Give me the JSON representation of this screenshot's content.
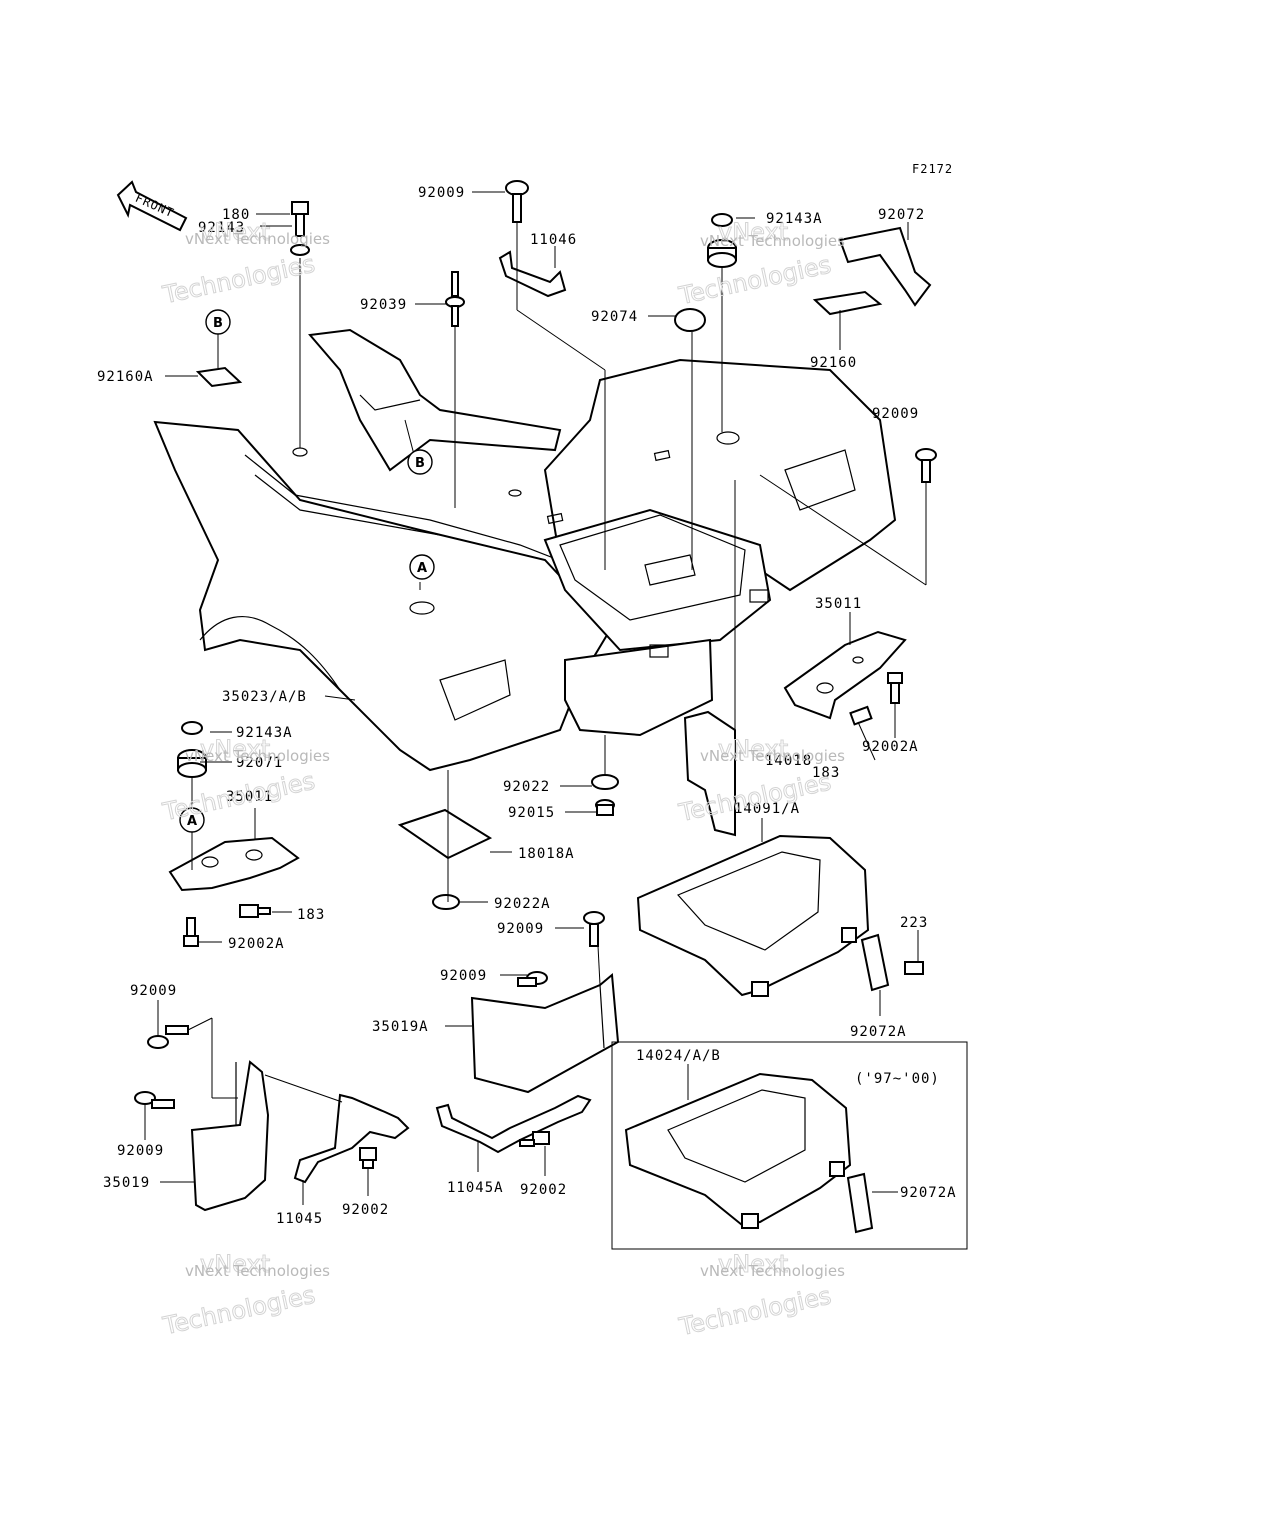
{
  "figure_code": "F2172",
  "front_arrow": "FRONT",
  "labels": {
    "l92009_top": "92009",
    "l11046": "11046",
    "l180": "180",
    "l92143_top": "92143",
    "l92143A_top": "92143A",
    "l92072": "92072",
    "l92039": "92039",
    "l92074": "92074",
    "l92160A": "92160A",
    "l92160": "92160",
    "l92009_right": "92009",
    "l35011_right": "35011",
    "l35023": "35023/A/B",
    "l92143A_left": "92143A",
    "l92071": "92071",
    "l35011_left": "35011",
    "l92022": "92022",
    "l92015": "92015",
    "l14018": "14018",
    "l183_right": "183",
    "l92002A_right": "92002A",
    "l14091": "14091/A",
    "l18018A": "18018A",
    "l92022A": "92022A",
    "l183_left": "183",
    "l92002A_left": "92002A",
    "l92009_mid": "92009",
    "l92009_mid2": "92009",
    "l35019A": "35019A",
    "l223": "223",
    "l92072A_top": "92072A",
    "l92009_bl1": "92009",
    "l92009_bl2": "92009",
    "l35019": "35019",
    "l11045": "11045",
    "l92002_a": "92002",
    "l11045A": "11045A",
    "l92002_b": "92002",
    "l14024": "14024/A/B",
    "l97_00": "('97~'00)",
    "l92072A_box": "92072A"
  },
  "tags": {
    "a": "A",
    "b": "B"
  },
  "watermark": {
    "line1": "vNext",
    "line2": "vNext Technologies",
    "line3": "Technologies"
  }
}
